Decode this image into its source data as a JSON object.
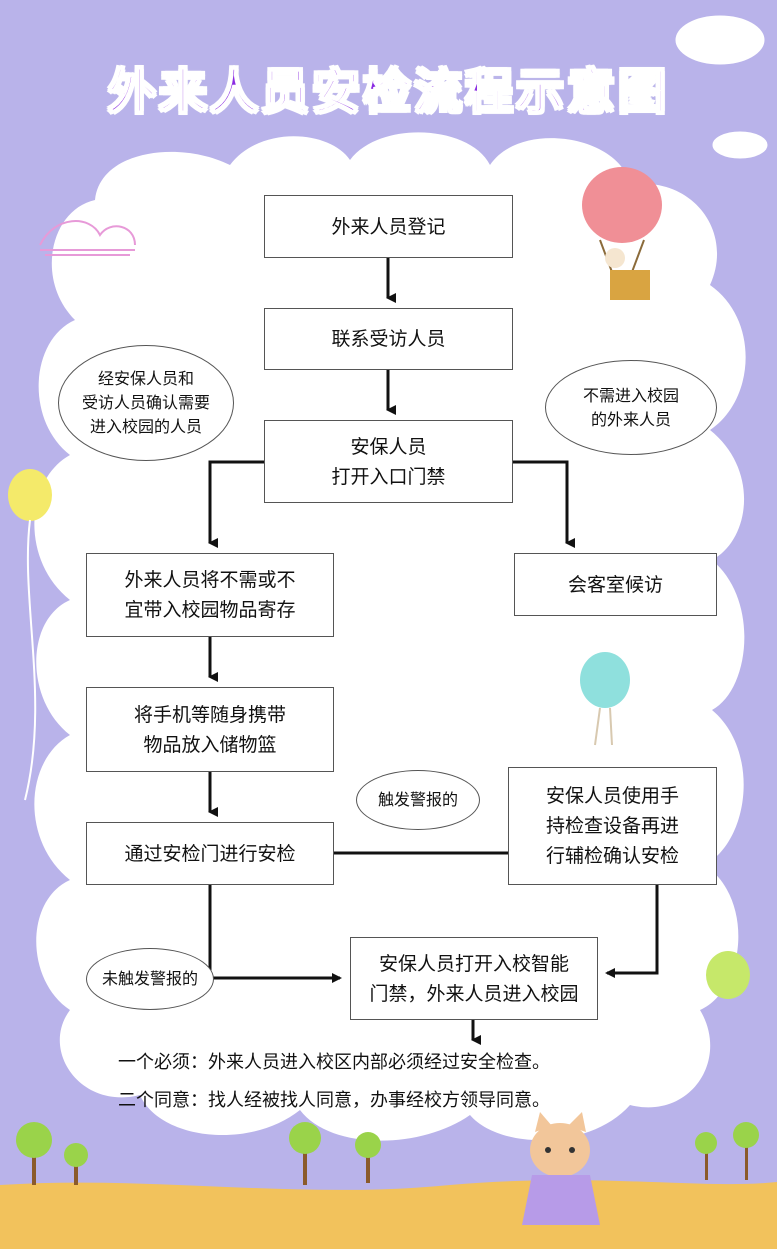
{
  "title": "外来人员安检流程示意图",
  "steps": {
    "register": "外来人员登记",
    "contact": "联系受访人员",
    "security_open": "安保人员\n打开入口门禁",
    "waiting_room": "会客室候访",
    "deposit_items": "外来人员将不需或不\n宜带入校园物品寄存",
    "phone_basket": "将手机等随身携带\n物品放入储物篮",
    "security_gate": "通过安检门进行安检",
    "handheld_check": "安保人员使用手\n持检查设备再进\n行辅检确认安检",
    "smart_gate": "安保人员打开入校智能\n门禁，外来人员进入校园"
  },
  "labels": {
    "need_enter": "经安保人员和\n受访人员确认需要\n进入校园的人员",
    "no_need_enter": "不需进入校园\n的外来人员",
    "alarm_triggered": "触发警报的",
    "alarm_not_triggered": "未触发警报的"
  },
  "notes": {
    "line1": "一个必须：外来人员进入校区内部必须经过安全检查。",
    "line2": "二个同意：找人经被找人同意，办事经校方领导同意。"
  },
  "colors": {
    "background": "#b9b3ea",
    "panel": "#ffffff",
    "title": "#8a2be2",
    "ground": "#f2c25c"
  }
}
